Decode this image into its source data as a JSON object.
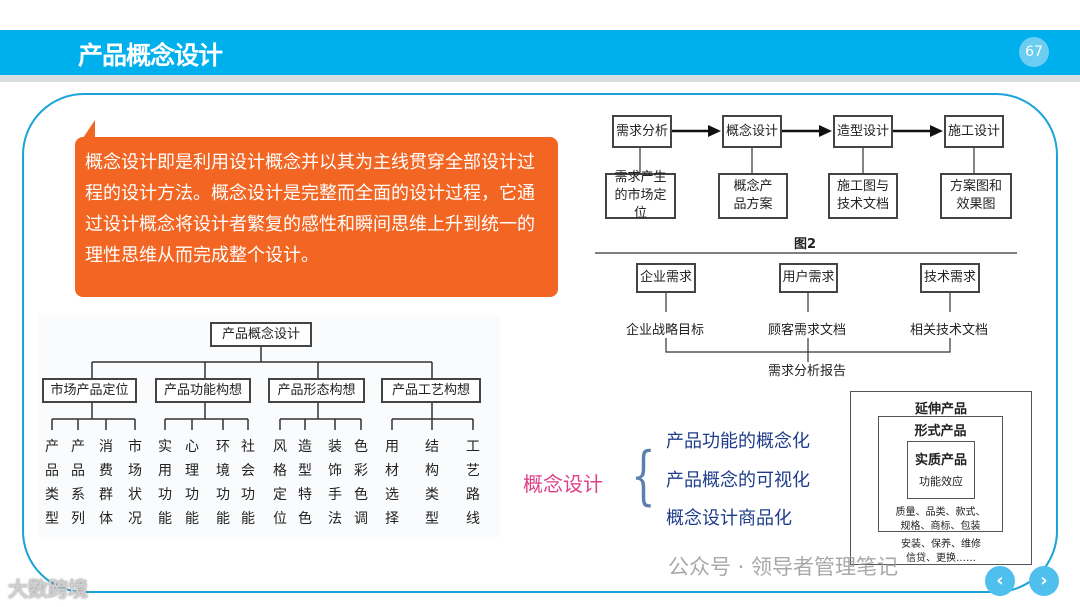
{
  "header": {
    "title": "产品概念设计",
    "page_number": "67"
  },
  "callout": {
    "text": "概念设计即是利用设计概念并以其为主线贯穿全部设计过程的设计方法。概念设计是完整而全面的设计过程，它通过设计概念将设计者繁复的感性和瞬间思维上升到统一的理性思维从而完成整个设计。"
  },
  "tree": {
    "root": "产品概念设计",
    "branches": [
      {
        "label": "市场产品定位",
        "leaves": [
          "产品类型",
          "产品系列",
          "消费群体",
          "市场状况"
        ]
      },
      {
        "label": "产品功能构想",
        "leaves": [
          "实用功能",
          "心理功能",
          "环境功能",
          "社会功能"
        ]
      },
      {
        "label": "产品形态构想",
        "leaves": [
          "风格定位",
          "造型特色",
          "装饰手法",
          "色彩色调"
        ]
      },
      {
        "label": "产品工艺构想",
        "leaves": [
          "用材选择",
          "结构类型",
          "工艺路线"
        ]
      }
    ]
  },
  "flow": {
    "steps": [
      "需求分析",
      "概念设计",
      "造型设计",
      "施工设计"
    ],
    "outputs": [
      "需求产生的市场定位",
      "概念产品方案",
      "施工图与技术文档",
      "方案图和效果图"
    ],
    "caption": "图2"
  },
  "needs": {
    "boxes": [
      "企业需求",
      "用户需求",
      "技术需求"
    ],
    "docs": [
      "企业战略目标",
      "顾客需求文档",
      "相关技术文档"
    ],
    "result": "需求分析报告"
  },
  "concept": {
    "label": "概念设计",
    "items": [
      "产品功能的概念化",
      "产品概念的可视化",
      "概念设计商品化"
    ]
  },
  "levels": {
    "outer": "延伸产品",
    "middle": "形式产品",
    "inner": "实质产品",
    "inner_desc": "功能效应",
    "middle_desc": [
      "质量、品类、款式、",
      "规格、商标、包装"
    ],
    "outer_desc": [
      "安装、保养、维修",
      "信贷、更换……"
    ]
  },
  "watermark": {
    "text": "公众号 · 领导者管理笔记",
    "logo": "大数跨境"
  },
  "nav": {
    "prev": "‹",
    "next": "›"
  },
  "colors": {
    "bar": "#00b0ec",
    "callout": "#f26522",
    "frame": "#1ba3d9"
  }
}
